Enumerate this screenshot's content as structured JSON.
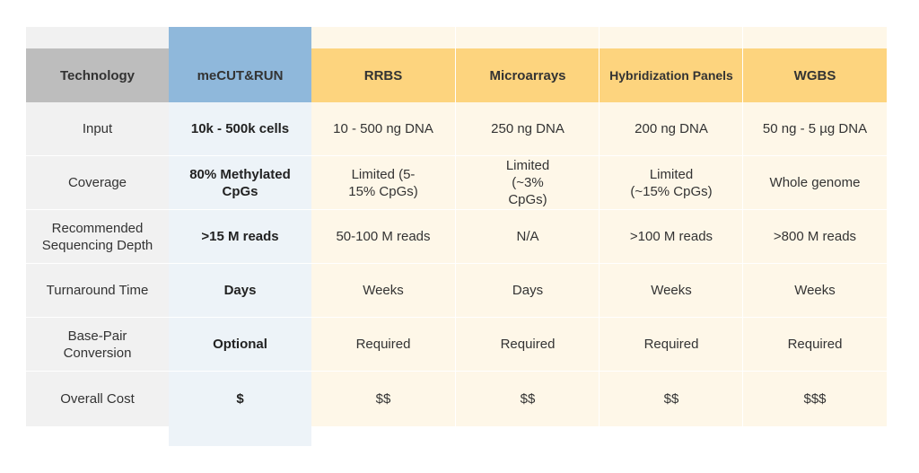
{
  "colors": {
    "header_gray": "#bdbdbd",
    "header_blue": "#8fb8db",
    "header_yellow": "#fdd47e",
    "label_bg": "#f1f1f1",
    "highlight_bg": "#edf3f8",
    "body_bg": "#fef7e8"
  },
  "table": {
    "header": {
      "technology": "Technology",
      "mecutrun": "meCUT&RUN",
      "rrbs": "RRBS",
      "microarrays": "Microarrays",
      "hybridization": "Hybridization Panels",
      "wgbs": "WGBS"
    },
    "rows": [
      {
        "label": "Input",
        "mecutrun": "10k - 500k cells",
        "rrbs": "10 - 500 ng DNA",
        "microarrays": "250 ng DNA",
        "hybridization": "200 ng DNA",
        "wgbs": "50 ng - 5 µg DNA"
      },
      {
        "label": "Coverage",
        "mecutrun": "80% Methylated CpGs",
        "rrbs": "Limited (5-15% CpGs)",
        "microarrays": "Limited (~3% CpGs)",
        "hybridization": "Limited (~15% CpGs)",
        "wgbs": "Whole genome"
      },
      {
        "label": "Recommended Sequencing Depth",
        "mecutrun": ">15 M reads",
        "rrbs": "50-100 M reads",
        "microarrays": "N/A",
        "hybridization": ">100 M reads",
        "wgbs": ">800 M reads"
      },
      {
        "label": "Turnaround Time",
        "mecutrun": "Days",
        "rrbs": "Weeks",
        "microarrays": "Days",
        "hybridization": "Weeks",
        "wgbs": "Weeks"
      },
      {
        "label": "Base-Pair Conversion",
        "mecutrun": "Optional",
        "rrbs": "Required",
        "microarrays": "Required",
        "hybridization": "Required",
        "wgbs": "Required"
      },
      {
        "label": "Overall Cost",
        "mecutrun": "$",
        "rrbs": "$$",
        "microarrays": "$$",
        "hybridization": "$$",
        "wgbs": "$$$"
      }
    ]
  }
}
